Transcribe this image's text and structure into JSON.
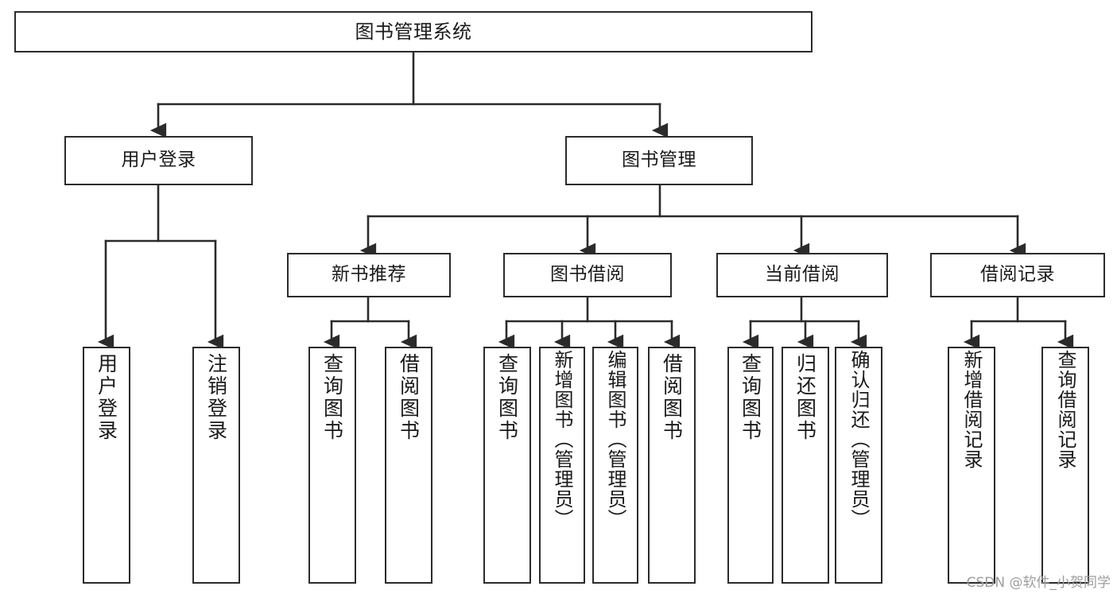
{
  "diagram": {
    "title": "图书管理系统",
    "type": "tree-hierarchy-diagram",
    "colors": {
      "background": "#ffffff",
      "box_border": "#2b2b2b",
      "box_fill": "#ffffff",
      "text": "#1a1a1a",
      "edge": "#2b2b2b",
      "watermark": "#9d9d9d"
    },
    "watermark": "CSDN @软件_小贺同学",
    "levels": {
      "root": {
        "label": "图书管理系统"
      },
      "level2": [
        {
          "id": "user-login",
          "label": "用户登录"
        },
        {
          "id": "book-management",
          "label": "图书管理"
        }
      ],
      "level3": [
        {
          "id": "new-book-recommend",
          "label": "新书推荐",
          "parent": "book-management"
        },
        {
          "id": "book-borrow",
          "label": "图书借阅",
          "parent": "book-management"
        },
        {
          "id": "current-borrow",
          "label": "当前借阅",
          "parent": "book-management"
        },
        {
          "id": "borrow-record",
          "label": "借阅记录",
          "parent": "book-management"
        }
      ],
      "leaves": [
        {
          "id": "leaf-user-login",
          "label": "用户登录",
          "parent": "user-login"
        },
        {
          "id": "leaf-logout-login",
          "label": "注销登录",
          "parent": "user-login"
        },
        {
          "id": "leaf-query-book-1",
          "label": "查询图书",
          "parent": "new-book-recommend"
        },
        {
          "id": "leaf-borrow-book-1",
          "label": "借阅图书",
          "parent": "new-book-recommend"
        },
        {
          "id": "leaf-query-book-2",
          "label": "查询图书",
          "parent": "book-borrow"
        },
        {
          "id": "leaf-add-book",
          "label": "新增图书（管理员）",
          "parent": "book-borrow"
        },
        {
          "id": "leaf-edit-book",
          "label": "编辑图书（管理员）",
          "parent": "book-borrow"
        },
        {
          "id": "leaf-borrow-book-2",
          "label": "借阅图书",
          "parent": "book-borrow"
        },
        {
          "id": "leaf-query-book-3",
          "label": "查询图书",
          "parent": "current-borrow"
        },
        {
          "id": "leaf-return-book",
          "label": "归还图书",
          "parent": "current-borrow"
        },
        {
          "id": "leaf-confirm-return",
          "label": "确认归还（管理员）",
          "parent": "current-borrow"
        },
        {
          "id": "leaf-add-record",
          "label": "新增借阅记录",
          "parent": "borrow-record"
        },
        {
          "id": "leaf-query-record",
          "label": "查询借阅记录",
          "parent": "borrow-record"
        }
      ]
    }
  }
}
